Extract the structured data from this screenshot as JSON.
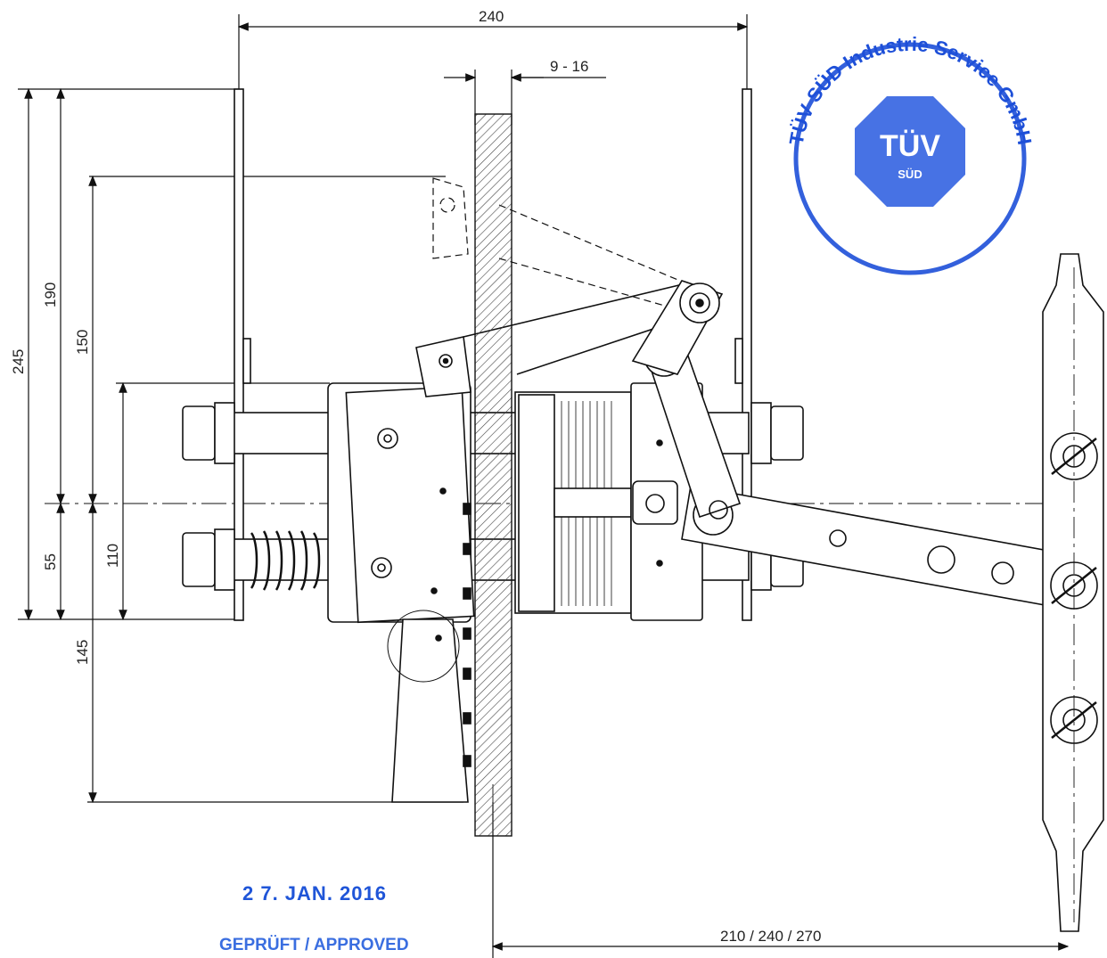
{
  "drawing": {
    "dimensions": {
      "top_width": "240",
      "gap": "9 - 16",
      "height_total": "245",
      "height_190": "190",
      "height_150": "150",
      "height_110": "110",
      "height_55": "55",
      "height_145": "145",
      "bottom_width": "210 / 240 / 270"
    }
  },
  "stamp": {
    "date": "2 7. JAN. 2016",
    "approved": "GEPRÜFT / APPROVED"
  },
  "seal": {
    "ring_text": "TÜV SÜD Industrie Service GmbH",
    "logo_text": "TÜV",
    "logo_sub": "SÜD"
  },
  "colors": {
    "ink": "#1a1a1a",
    "stamp_blue": "#1d4fd8"
  }
}
